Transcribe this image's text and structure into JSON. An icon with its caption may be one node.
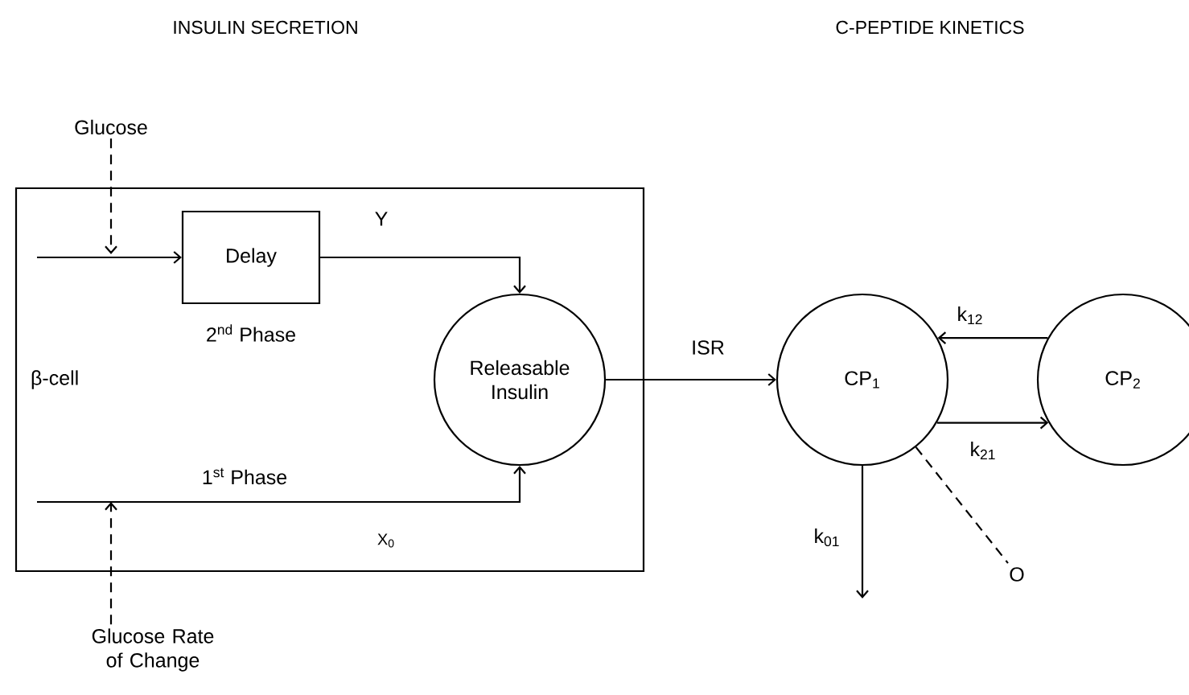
{
  "diagram": {
    "nodes": [
      {
        "text": [
          "β-cell"
        ]
      },
      {
        "text": [
          "Glucose"
        ]
      },
      {
        "text": [
          "Delay"
        ],
        "in": 0,
        "beside": [
          "2$^{nd}$ Phase"
        ]
      },
      {
        "text": [
          "Releasable Insulin"
        ],
        "in": 0
      },
      {
        "text": [
          "Glucose Rate of Change"
        ]
      },
      {
        "text": [
          "CP$_{1}$"
        ]
      },
      {
        "text": [
          "CP$_{2}$"
        ]
      },
      {
        "text": [
          "O"
        ]
      }
    ],
    "edges": [
      {
        "from": 1,
        "to": null,
        "arrow": "to",
        "style": "dashed"
      },
      {
        "from": null,
        "to": 2,
        "arrow": "to"
      },
      {
        "from": 2,
        "to": 3,
        "arrow": "to",
        "label": "Y"
      },
      {
        "from": null,
        "to": 3,
        "arrow": "to",
        "label": "1$^{st}$ Phase"
      },
      {
        "from": 4,
        "to": null,
        "arrow": "to",
        "style": "dashed"
      },
      {
        "from": 3,
        "to": 5,
        "arrow": "to",
        "label": "ISR"
      },
      {
        "from": 6,
        "to": 5,
        "arrow": "to",
        "label": "k$_{12}$"
      },
      {
        "from": 5,
        "to": 6,
        "arrow": "to",
        "label": "k$_{21}$"
      },
      {
        "from": 5,
        "to": null,
        "arrow": "to",
        "label": "k$_{01}$"
      },
      {
        "from": 5,
        "to": 7,
        "arrow": "none",
        "style": "dashed"
      }
    ],
    "labels": [
      "INSULIN SECRETION",
      "C-PEPTIDE KINETICS",
      "X$_{0}$"
    ]
  }
}
